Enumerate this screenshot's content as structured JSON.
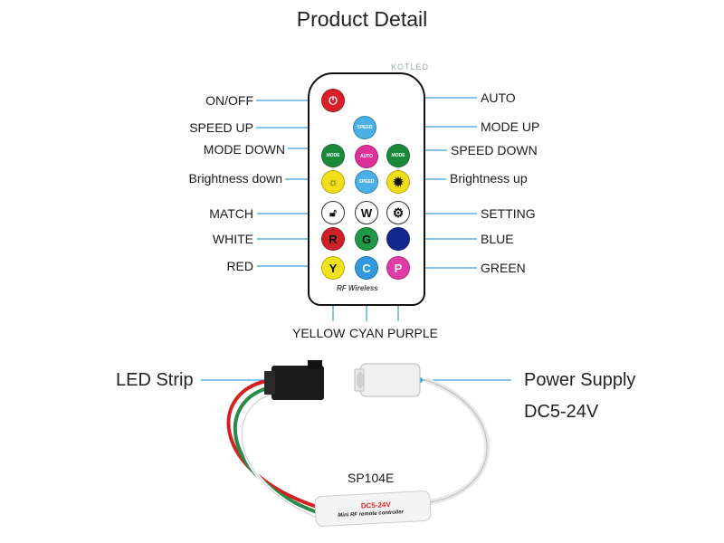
{
  "title": "Product Detail",
  "watermark": "KOTLED",
  "remote": {
    "rf_text": "RF Wireless",
    "buttons": {
      "speed_up": "SPEED",
      "mode_down": "MODE",
      "auto": "AUTO",
      "mode_up": "MODE",
      "speed_down": "SPEED",
      "white": "W",
      "red": "R",
      "green": "G",
      "yellow": "Y",
      "cyan": "C",
      "purple": "P"
    }
  },
  "labels_left": {
    "on_off": "ON/OFF",
    "speed_up": "SPEED UP",
    "mode_down": "MODE DOWN",
    "brightness_down": "Brightness down",
    "match": "MATCH",
    "white": "WHITE",
    "red": "RED"
  },
  "labels_right": {
    "auto": "AUTO",
    "mode_up": "MODE UP",
    "speed_down": "SPEED DOWN",
    "brightness_up": "Brightness up",
    "setting": "SETTING",
    "blue": "BLUE",
    "green": "GREEN"
  },
  "labels_bottom": {
    "yellow": "YELLOW",
    "cyan": "CYAN",
    "purple": "PURPLE"
  },
  "controller": {
    "led_strip": "LED Strip",
    "power_supply": "Power Supply",
    "voltage": "DC5-24V",
    "model": "SP104E",
    "label_voltage": "DC5-24V",
    "label_name": "Mini RF remote controller"
  },
  "colors": {
    "leader_line": "#3aa0d8",
    "btn_power": "#d8202a",
    "btn_speed": "#49b0e6",
    "btn_mode": "#1a8a3a",
    "btn_auto": "#e0309a",
    "btn_sun": "#f2df1a",
    "btn_red": "#cc2228",
    "btn_green": "#1e9a46",
    "btn_blue": "#12288c",
    "btn_yellow": "#f2e21c",
    "btn_cyan": "#2f9ae0",
    "btn_purple": "#e23aa8"
  }
}
